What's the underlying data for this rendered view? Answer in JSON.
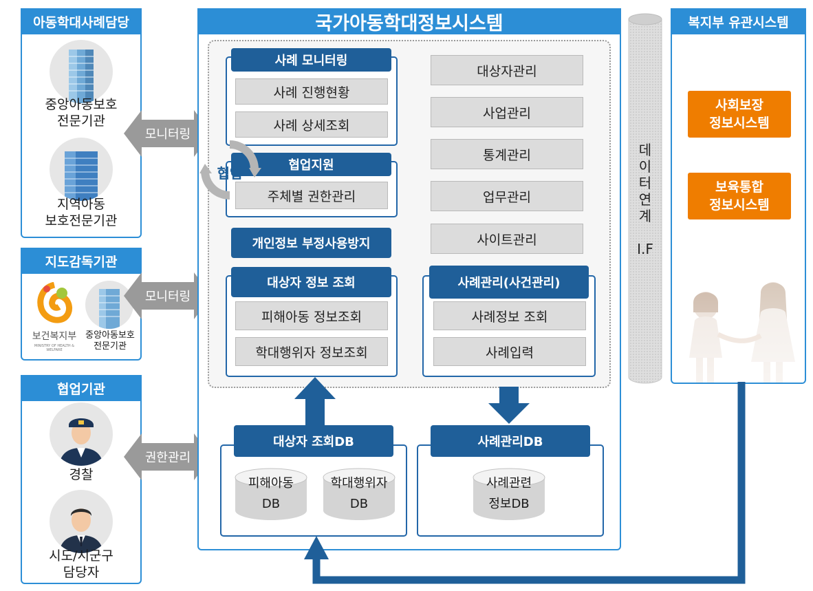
{
  "left": {
    "panel1": {
      "title": "아동학대사례담당",
      "org1": [
        "중앙아동보호",
        "전문기관"
      ],
      "org2": [
        "지역아동",
        "보호전문기관"
      ]
    },
    "panel2": {
      "title": "지도감독기관",
      "ministry_logo_text": "보건복지부",
      "ministry_sub": "MINISTRY OF HEALTH & WELFARE",
      "org": [
        "중앙아동보호",
        "전문기관"
      ]
    },
    "panel3": {
      "title": "협업기관",
      "police": "경찰",
      "officer": [
        "시도/시군구",
        "담당자"
      ]
    }
  },
  "connectors": {
    "monitor1": "모니터링",
    "monitor2": "모니터링",
    "auth": "권한관리"
  },
  "center": {
    "title": "국가아동학대정보시스템",
    "case_monitoring": {
      "title": "사례 모니터링",
      "items": [
        "사례 진행현황",
        "사례 상세조회"
      ]
    },
    "cooperation_badge": "협업",
    "cooperation": {
      "title": "협업지원",
      "items": [
        "주체별 권한관리"
      ]
    },
    "privacy": "개인정보 부정사용방지",
    "subject_lookup": {
      "title": "대상자 정보 조회",
      "items": [
        "피해아동 정보조회",
        "학대행위자 정보조회"
      ]
    },
    "management": [
      "대상자관리",
      "사업관리",
      "통계관리",
      "업무관리",
      "사이트관리"
    ],
    "case_mgmt": {
      "title": "사례관리(사건관리)",
      "items": [
        "사례정보 조회",
        "사례입력"
      ]
    },
    "db1": {
      "title": "대상자 조회DB",
      "cyl1": [
        "피해아동",
        "DB"
      ],
      "cyl2": [
        "학대행위자",
        "DB"
      ]
    },
    "db2": {
      "title": "사례관리DB",
      "cyl": [
        "사례관련",
        "정보DB"
      ]
    }
  },
  "pillar": {
    "chars": [
      "데",
      "이",
      "터",
      "연",
      "계"
    ],
    "suffix": "I.F"
  },
  "right": {
    "title": "복지부 유관시스템",
    "systems": [
      [
        "사회보장",
        "정보시스템"
      ],
      [
        "보육통합",
        "정보시스템"
      ]
    ]
  },
  "colors": {
    "panel_blue": "#2c8ed6",
    "navy": "#1f5f99",
    "orange": "#ef7d00",
    "grey": "#dcdcdc"
  }
}
